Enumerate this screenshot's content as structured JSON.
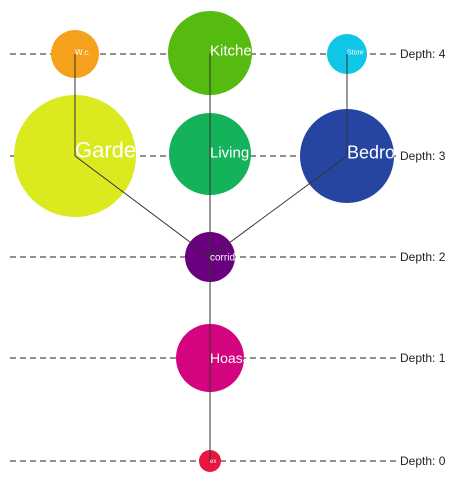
{
  "colors": {
    "root": "#e8163c",
    "Hoasa": "#d4047e",
    "corridor": "#6a0080",
    "Garden": "#dbe91f",
    "Living": "#14b25a",
    "Bedroom": "#2545a0",
    "W.c.": "#f5a11b",
    "Kitchen": "#55bb10",
    "Store": "#10c6e6"
  },
  "depth_labels": [
    {
      "depth": 0,
      "label": "Depth: 0"
    },
    {
      "depth": 1,
      "label": "Depth: 1"
    },
    {
      "depth": 2,
      "label": "Depth: 2"
    },
    {
      "depth": 3,
      "label": "Depth: 3"
    },
    {
      "depth": 4,
      "label": "Depth: 4"
    }
  ],
  "nodes": [
    {
      "id": "root",
      "label": "ex",
      "depth": 0,
      "parent": null
    },
    {
      "id": "Hoasa",
      "label": "Hoasa",
      "depth": 1,
      "parent": "root"
    },
    {
      "id": "corridor",
      "label": "corridor",
      "depth": 2,
      "parent": "Hoasa"
    },
    {
      "id": "Garden",
      "label": "Garden",
      "depth": 3,
      "parent": "corridor"
    },
    {
      "id": "Living",
      "label": "Living",
      "depth": 3,
      "parent": "corridor"
    },
    {
      "id": "Bedroom",
      "label": "Bedroom",
      "depth": 3,
      "parent": "corridor"
    },
    {
      "id": "W.c.",
      "label": "W.c.",
      "depth": 4,
      "parent": "Garden"
    },
    {
      "id": "Kitchen",
      "label": "Kitchen",
      "depth": 4,
      "parent": "Living"
    },
    {
      "id": "Store",
      "label": "Store",
      "depth": 4,
      "parent": "Bedroom"
    }
  ]
}
